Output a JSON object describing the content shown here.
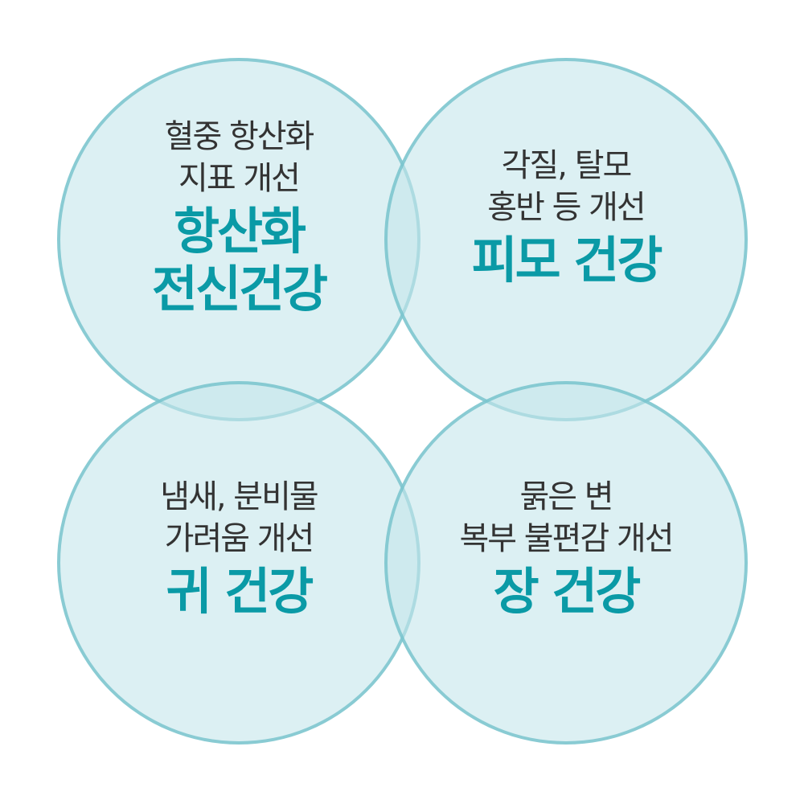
{
  "colors": {
    "circle_fill": "#dcf0f2",
    "circle_border": "#88ccd3",
    "heading": "#0a9aa6",
    "body_text": "#333333"
  },
  "circles": [
    {
      "position": "top-left",
      "description_lines": [
        "혈중 항산화",
        "지표 개선"
      ],
      "title_lines": [
        "항산화",
        "전신건강"
      ]
    },
    {
      "position": "top-right",
      "description_lines": [
        "각질, 탈모",
        "홍반 등 개선"
      ],
      "title_lines": [
        "피모 건강"
      ]
    },
    {
      "position": "bottom-left",
      "description_lines": [
        "냄새, 분비물",
        "가려움 개선"
      ],
      "title_lines": [
        "귀 건강"
      ]
    },
    {
      "position": "bottom-right",
      "description_lines": [
        "묽은 변",
        "복부 불편감 개선"
      ],
      "title_lines": [
        "장 건강"
      ]
    }
  ]
}
